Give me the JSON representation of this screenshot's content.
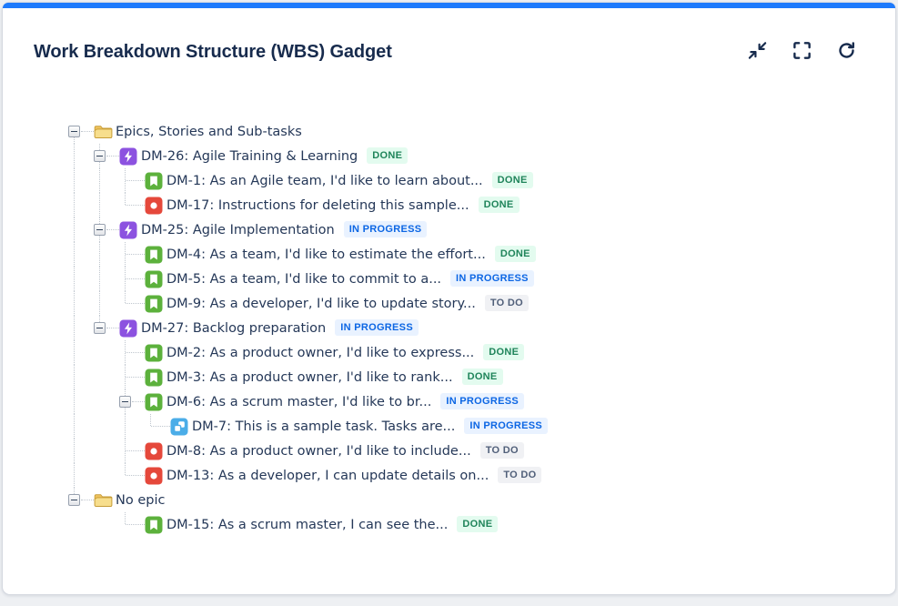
{
  "card": {
    "accent_color": "#1d7afc",
    "title": "Work Breakdown Structure (WBS) Gadget",
    "toolbar_icons": [
      "collapse-icon",
      "fullscreen-icon",
      "refresh-icon"
    ],
    "icon_color": "#172b4d"
  },
  "statuses": {
    "done": {
      "label": "DONE",
      "bg": "#e3fbef",
      "fg": "#1f845a"
    },
    "in_progress": {
      "label": "IN PROGRESS",
      "bg": "#e9f2ff",
      "fg": "#0c66e4"
    },
    "to_do": {
      "label": "TO DO",
      "bg": "#f0f1f4",
      "fg": "#505f79"
    }
  },
  "icon_colors": {
    "folder": "#f7de8d",
    "epic": "#8c52e0",
    "story": "#5cb13c",
    "bug": "#e5483b",
    "task": "#4bade8"
  },
  "tree": {
    "rows": [
      {
        "gutter": [
          "br"
        ],
        "icon": "folder",
        "label": "Epics, Stories and Sub-tasks",
        "status": null
      },
      {
        "gutter": [
          "v",
          "bt"
        ],
        "icon": "epic",
        "label": "DM-26: Agile Training & Learning",
        "status": "done"
      },
      {
        "gutter": [
          "v",
          "v",
          "t"
        ],
        "icon": "story",
        "label": "DM-1: As an Agile team, I'd like to learn about...",
        "status": "done"
      },
      {
        "gutter": [
          "v",
          "v",
          "l"
        ],
        "icon": "bug",
        "label": "DM-17: Instructions for deleting this sample...",
        "status": "done"
      },
      {
        "gutter": [
          "v",
          "bt"
        ],
        "icon": "epic",
        "label": "DM-25: Agile Implementation",
        "status": "in_progress"
      },
      {
        "gutter": [
          "v",
          "v",
          "t"
        ],
        "icon": "story",
        "label": "DM-4: As a team, I'd like to estimate the effort...",
        "status": "done"
      },
      {
        "gutter": [
          "v",
          "v",
          "t"
        ],
        "icon": "story",
        "label": "DM-5: As a team, I'd like to commit to a...",
        "status": "in_progress"
      },
      {
        "gutter": [
          "v",
          "v",
          "l"
        ],
        "icon": "story",
        "label": "DM-9: As a developer, I'd like to update story...",
        "status": "to_do"
      },
      {
        "gutter": [
          "v",
          "bl"
        ],
        "icon": "epic",
        "label": "DM-27: Backlog preparation",
        "status": "in_progress"
      },
      {
        "gutter": [
          "v",
          "e",
          "t"
        ],
        "icon": "story",
        "label": "DM-2: As a product owner, I'd like to express...",
        "status": "done"
      },
      {
        "gutter": [
          "v",
          "e",
          "t"
        ],
        "icon": "story",
        "label": "DM-3: As a product owner, I'd like to rank...",
        "status": "done"
      },
      {
        "gutter": [
          "v",
          "e",
          "bt"
        ],
        "icon": "story",
        "label": "DM-6: As a scrum master, I'd like to br...",
        "status": "in_progress"
      },
      {
        "gutter": [
          "v",
          "e",
          "v",
          "l"
        ],
        "icon": "task",
        "label": "DM-7: This is a sample task. Tasks are...",
        "status": "in_progress"
      },
      {
        "gutter": [
          "v",
          "e",
          "t"
        ],
        "icon": "bug",
        "label": "DM-8: As a product owner, I'd like to include...",
        "status": "to_do"
      },
      {
        "gutter": [
          "v",
          "e",
          "l"
        ],
        "icon": "bug",
        "label": "DM-13: As a developer, I can update details on...",
        "status": "to_do"
      },
      {
        "gutter": [
          "bl"
        ],
        "icon": "folder",
        "label": "No epic",
        "status": null
      },
      {
        "gutter": [
          "e",
          "e",
          "l"
        ],
        "icon": "story",
        "label": "DM-15: As a scrum master, I can see the...",
        "status": "done"
      }
    ]
  }
}
